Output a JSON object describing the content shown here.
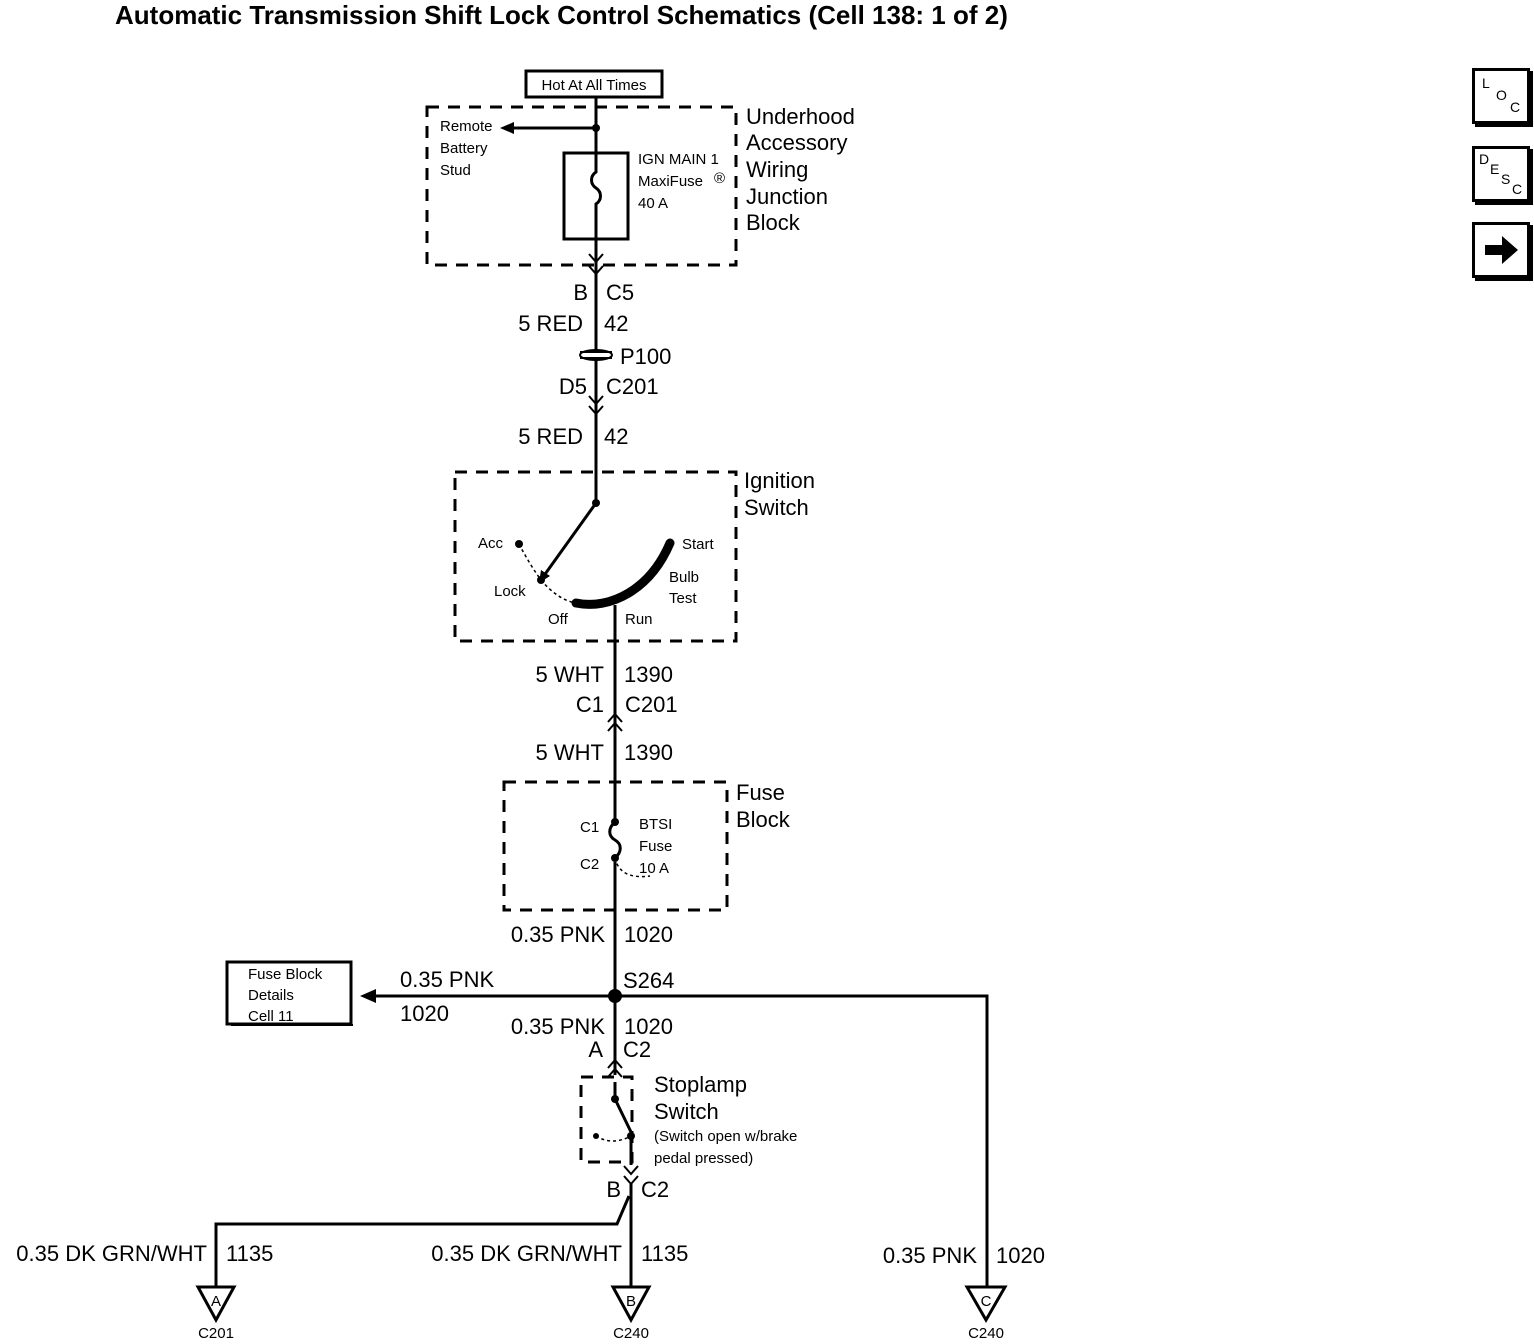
{
  "title": "Automatic Transmission Shift Lock Control Schematics (Cell 138: 1 of 2)",
  "nav": {
    "loc": [
      "L",
      "O",
      "C"
    ],
    "desc": [
      "D",
      "E",
      "S",
      "C"
    ],
    "next_icon": "right-arrow-icon"
  },
  "diagram": {
    "hot_label": "Hot At All Times",
    "underhood_block": [
      "Underhood",
      "Accessory",
      "Wiring",
      "Junction",
      "Block"
    ],
    "remote_stud": [
      "Remote",
      "Battery",
      "Stud"
    ],
    "maxifuse": [
      "IGN MAIN 1",
      "MaxiFuse",
      "40 A"
    ],
    "registered": "®",
    "c5_pin": "B",
    "c5_conn": "C5",
    "wire1_gauge": "5 RED",
    "wire1_circuit": "42",
    "splice_p100": "P100",
    "c201_pin_a": "D5",
    "c201_conn_a": "C201",
    "wire2_gauge": "5 RED",
    "wire2_circuit": "42",
    "ignition_switch": [
      "Ignition",
      "Switch"
    ],
    "ign_positions": {
      "acc": "Acc",
      "lock": "Lock",
      "off": "Off",
      "run": "Run",
      "start": "Start",
      "bulb_test": [
        "Bulb",
        "Test"
      ]
    },
    "wire3_gauge": "5 WHT",
    "wire3_circuit": "1390",
    "c201_pin_b": "C1",
    "c201_conn_b": "C201",
    "wire4_gauge": "5 WHT",
    "wire4_circuit": "1390",
    "fuse_block": [
      "Fuse",
      "Block"
    ],
    "btsi_fuse": [
      "BTSI",
      "Fuse",
      "10 A"
    ],
    "fuse_c1": "C1",
    "fuse_c2": "C2",
    "wire5_gauge": "0.35 PNK",
    "wire5_circuit": "1020",
    "splice_s264": "S264",
    "ref_box": [
      "Fuse Block",
      "Details",
      "Cell 11"
    ],
    "left_wire_gauge": "0.35 PNK",
    "left_wire_circuit": "1020",
    "wire6_gauge": "0.35 PNK",
    "wire6_circuit": "1020",
    "stop_pin_a": "A",
    "stop_conn_a": "C2",
    "stoplamp_switch": [
      "Stoplamp",
      "Switch"
    ],
    "stoplamp_note": [
      "(Switch open w/brake",
      "pedal pressed)"
    ],
    "stop_pin_b": "B",
    "stop_conn_b": "C2",
    "out_a_gauge": "0.35 DK GRN/WHT",
    "out_a_circuit": "1135",
    "out_b_gauge": "0.35 DK GRN/WHT",
    "out_b_circuit": "1135",
    "out_c_gauge": "0.35 PNK",
    "out_c_circuit": "1020",
    "out_a_letter": "A",
    "out_a_conn": "C201",
    "out_b_letter": "B",
    "out_b_conn": "C240",
    "out_c_letter": "C",
    "out_c_conn": "C240"
  }
}
